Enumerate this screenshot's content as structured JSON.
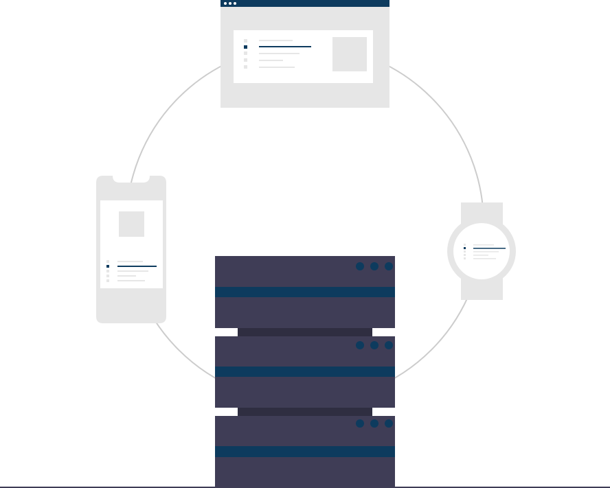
{
  "scene": {
    "subject": "servers-sync-devices",
    "devices": [
      "browser-window",
      "smartphone",
      "smartwatch",
      "server-rack"
    ],
    "server_units": 3,
    "status_dots_per_unit": 3,
    "browser_window_dots": 3
  },
  "colors": {
    "background": "#ffffff",
    "ring": "#cccccc",
    "device_frame": "#e6e6e6",
    "device_screen": "#ffffff",
    "placeholder_line": "#e6e6e6",
    "accent": "#0d3b5e",
    "server_body": "#3f3d56",
    "server_connector": "#2f2e41",
    "ground_line": "#3f3d56"
  }
}
